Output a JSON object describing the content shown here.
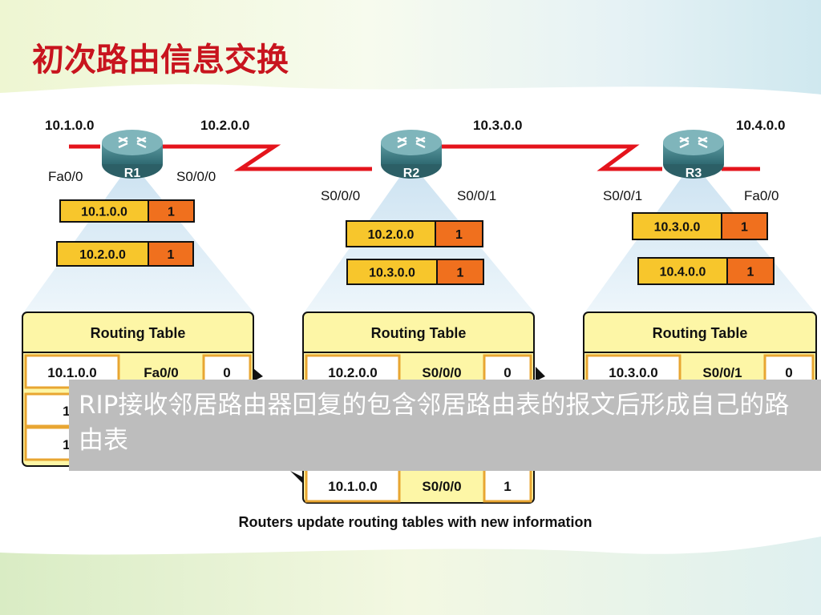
{
  "slide": {
    "title": "初次路由信息交换",
    "caption": "Routers update routing tables with new information",
    "overlay_text": "RIP接收邻居路由器回复的包含邻居路由表的报文后形成自己的路由表"
  },
  "network": {
    "labels": [
      "10.1.0.0",
      "10.2.0.0",
      "10.3.0.0",
      "10.4.0.0"
    ],
    "routers": [
      {
        "name": "R1",
        "left_if": "Fa0/0",
        "right_if": "S0/0/0"
      },
      {
        "name": "R2",
        "left_if": "S0/0/0",
        "right_if": "S0/0/1"
      },
      {
        "name": "R3",
        "left_if": "S0/0/1",
        "right_if": "Fa0/0"
      }
    ]
  },
  "updates": [
    [
      {
        "net": "10.1.0.0",
        "hop": "1"
      },
      {
        "net": "10.2.0.0",
        "hop": "1"
      }
    ],
    [
      {
        "net": "10.2.0.0",
        "hop": "1"
      },
      {
        "net": "10.3.0.0",
        "hop": "1"
      }
    ],
    [
      {
        "net": "10.3.0.0",
        "hop": "1"
      },
      {
        "net": "10.4.0.0",
        "hop": "1"
      }
    ]
  ],
  "routing_tables": [
    {
      "header": "Routing Table",
      "rows": [
        [
          "10.1.0.0",
          "Fa0/0",
          "0"
        ],
        [
          "10.",
          "",
          ""
        ],
        [
          "10.",
          "",
          ""
        ]
      ]
    },
    {
      "header": "Routing Table",
      "rows": [
        [
          "10.2.0.0",
          "S0/0/0",
          "0"
        ],
        [
          "",
          "",
          ""
        ],
        [
          "",
          "",
          ""
        ],
        [
          "10.1.0.0",
          "S0/0/0",
          "1"
        ]
      ]
    },
    {
      "header": "Routing Table",
      "rows": [
        [
          "10.3.0.0",
          "S0/0/1",
          "0"
        ]
      ]
    }
  ],
  "colors": {
    "title": "#c8141e",
    "link": "#e4141c",
    "update_net": "#f7c62c",
    "update_hop": "#f0701e",
    "table_fill": "#fdf6a6",
    "table_cell": "#ffffff",
    "table_border": "#e8a632",
    "router": "#3f7f86",
    "overlay_bg": "#bdbdbd"
  }
}
